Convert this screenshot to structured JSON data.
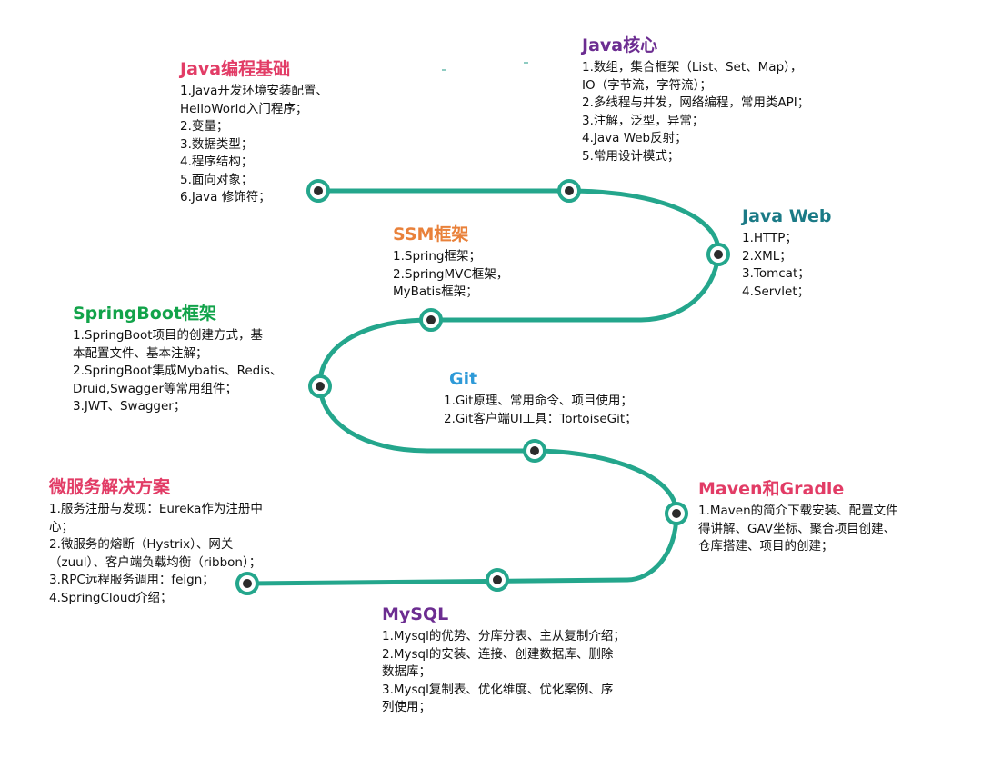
{
  "colors": {
    "path": "#24a68c",
    "node_fill": "#ffffff",
    "node_dot": "#2b2b2b",
    "red": "#e23c66",
    "purple": "#6c2d91",
    "teal": "#1b7a86",
    "orange": "#e9813a",
    "green": "#12a34a",
    "blue": "#2e9ad8"
  },
  "stages": {
    "java_basics": {
      "title": "Java编程基础",
      "items": [
        "1.Java开发环境安装配置、",
        "HelloWorld入门程序；",
        "2.变量；",
        "3.数据类型；",
        "4.程序结构；",
        "5.面向对象；",
        "6.Java 修饰符；"
      ]
    },
    "java_core": {
      "title": "Java核心",
      "items": [
        "1.数组，集合框架（List、Set、Map），",
        "IO（字节流，字符流）；",
        "2.多线程与并发，网络编程，常用类API；",
        "3.注解，泛型，异常；",
        "4.Java Web反射；",
        "5.常用设计模式；"
      ]
    },
    "java_web": {
      "title": "Java Web",
      "items": [
        "1.HTTP；",
        "2.XML；",
        "3.Tomcat；",
        "4.Servlet；"
      ]
    },
    "ssm": {
      "title": "SSM框架",
      "items": [
        "1.Spring框架；",
        "2.SpringMVC框架，",
        "MyBatis框架；"
      ]
    },
    "springboot": {
      "title": "SpringBoot框架",
      "items": [
        "1.SpringBoot项目的创建方式，基",
        "本配置文件、基本注解；",
        "2.SpringBoot集成Mybatis、Redis、",
        "Druid,Swagger等常用组件；",
        "3.JWT、Swagger；"
      ]
    },
    "git": {
      "title": "Git",
      "items": [
        "1.Git原理、常用命令、项目使用；",
        "2.Git客户端UI工具：TortoiseGit；"
      ]
    },
    "maven": {
      "title": "Maven和Gradle",
      "items": [
        "1.Maven的简介下载安装、配置文件",
        "得讲解、GAV坐标、聚合项目创建、",
        "仓库搭建、项目的创建；"
      ]
    },
    "microservices": {
      "title": "微服务解决方案",
      "items": [
        "1.服务注册与发现：Eureka作为注册中",
        "心；",
        "2.微服务的熔断（Hystrix）、网关",
        "（zuul）、客户端负载均衡（ribbon）；",
        "3.RPC远程服务调用：feign；",
        "4.SpringCloud介绍；"
      ]
    },
    "mysql": {
      "title": "MySQL",
      "items": [
        "1.Mysql的优势、分库分表、主从复制介绍；",
        "2.Mysql的安装、连接、创建数据库、删除",
        "数据库；",
        "3.Mysql复制表、优化维度、优化案例、序",
        "列使用；"
      ]
    }
  }
}
